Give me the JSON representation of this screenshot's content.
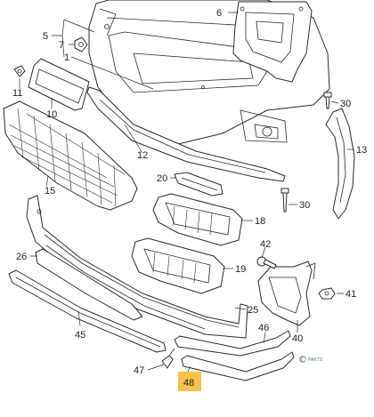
{
  "callouts": [
    {
      "id": "1",
      "label": "1"
    },
    {
      "id": "5",
      "label": "5"
    },
    {
      "id": "6",
      "label": "6"
    },
    {
      "id": "7",
      "label": "7"
    },
    {
      "id": "10",
      "label": "10"
    },
    {
      "id": "11",
      "label": "11"
    },
    {
      "id": "12",
      "label": "12"
    },
    {
      "id": "13",
      "label": "13"
    },
    {
      "id": "15",
      "label": "15"
    },
    {
      "id": "18",
      "label": "18"
    },
    {
      "id": "19",
      "label": "19"
    },
    {
      "id": "20",
      "label": "20"
    },
    {
      "id": "25",
      "label": "25"
    },
    {
      "id": "26",
      "label": "26"
    },
    {
      "id": "30a",
      "label": "30"
    },
    {
      "id": "30b",
      "label": "30"
    },
    {
      "id": "40",
      "label": "40"
    },
    {
      "id": "41",
      "label": "41"
    },
    {
      "id": "42",
      "label": "42"
    },
    {
      "id": "45",
      "label": "45"
    },
    {
      "id": "46",
      "label": "46"
    },
    {
      "id": "47",
      "label": "47"
    },
    {
      "id": "48",
      "label": "48"
    }
  ],
  "highlight": {
    "part": "48",
    "color": "#f6c24a"
  },
  "logo": {
    "text": "PARTS"
  }
}
